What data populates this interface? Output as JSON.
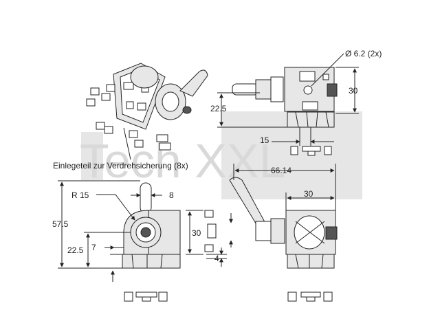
{
  "watermark": "Tech XXL",
  "caption": "Einlegeteil zur Verdrehsicherung (8x)",
  "dimensions": {
    "hole": "Ø 6.2  (2x)",
    "top_height": "30",
    "top_left_offset": "22.5",
    "top_width": "15",
    "radius": "R 15",
    "pin": "8",
    "total_height": "57.5",
    "front_height": "22.5",
    "front_offset": "7",
    "side_slot": "30",
    "side_small": "4",
    "right_length": "66.14",
    "right_width": "30"
  }
}
